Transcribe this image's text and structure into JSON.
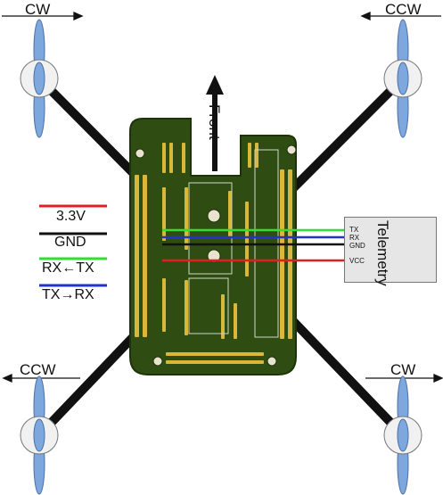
{
  "rotors": {
    "top_left": "CW",
    "top_right": "CCW",
    "bottom_left": "CCW",
    "bottom_right": "CW"
  },
  "front_label": "Front",
  "legend": [
    {
      "label": "3.3V",
      "color": "#e02020"
    },
    {
      "label": "GND",
      "color": "#111111"
    },
    {
      "label": "RX←TX",
      "color": "#33dd33"
    },
    {
      "label": "TX→RX",
      "color": "#2233cc"
    }
  ],
  "telemetry": {
    "title": "Telemetry",
    "pins": [
      "TX",
      "RX",
      "GND",
      "VCC"
    ]
  },
  "colors": {
    "board": "#2f4d12",
    "board_edge": "#1e3309",
    "pad": "#d9b73a",
    "propeller": "#7ea7dd",
    "arm": "#111111",
    "wire_red": "#e02020",
    "wire_green": "#33dd33",
    "wire_blue": "#2233cc",
    "wire_black": "#111111"
  }
}
